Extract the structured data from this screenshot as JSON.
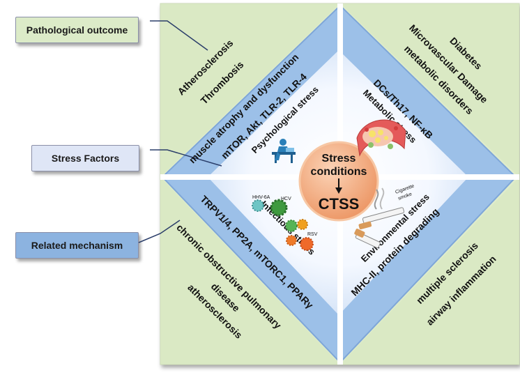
{
  "legend": {
    "pathological_outcome": "Pathological outcome",
    "stress_factors": "Stress Factors",
    "related_mechanism": "Related mechanism"
  },
  "center": {
    "line1": "Stress",
    "line2": "conditions",
    "product": "CTSS"
  },
  "quadrants": {
    "top_left": {
      "outcome_lines": [
        "Atherosclerosis",
        "Thrombosis",
        "muscle atrophy and dysfunction"
      ],
      "mechanism": "mTOR, Akt, TLR-2, TLR-4",
      "stress": "Psychological stress"
    },
    "top_right": {
      "outcome_lines": [
        "Diabetes",
        "Microvascular Damage",
        "metabolic disorders"
      ],
      "mechanism": "DCs/Th17, NF-κB",
      "stress": "Metabolic stress"
    },
    "bottom_left": {
      "mechanism": "TRPV1/4, PP2A, mTORC1, PPARγ",
      "outcome_lines": [
        "chronic obstructive pulmonary",
        "disease",
        "atherosclerosis"
      ],
      "stress": "Infectious stress",
      "virus_labels": [
        "HHV-6A",
        "HCV",
        "RSV"
      ]
    },
    "bottom_right": {
      "mechanism": "MHC-II, protein degrading",
      "outcome_lines": [
        "multiple sclerosis",
        "airway inflammation"
      ],
      "stress": "Environmental stress",
      "smoke_label": [
        "Cigarette",
        "smoke"
      ]
    }
  },
  "colors": {
    "outer_green": "#dfeccb",
    "band_blue": "#9cc0e8",
    "inner_white": "#ffffff",
    "center_orange": "#f3a97b",
    "box_green": "#dcebc8",
    "box_lightblue": "#dfe6f6",
    "box_blue": "#8cb3e0"
  }
}
